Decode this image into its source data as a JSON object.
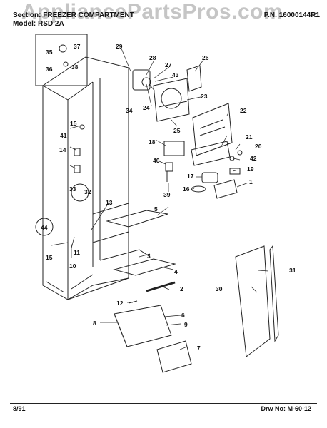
{
  "header": {
    "section_label": "Section:",
    "section_value": "FREEZER COMPARTMENT",
    "model_label": "Model:",
    "model_value": "RSD 2A",
    "pn_label": "P.N.",
    "pn_value": "16000144R1"
  },
  "watermark": "AppliancePartsPros.com",
  "footer": {
    "date": "8/91",
    "drawing": "Drw No: M-60-12"
  },
  "callouts": [
    "1",
    "2",
    "3",
    "4",
    "5",
    "6",
    "7",
    "8",
    "9",
    "10",
    "11",
    "12",
    "13",
    "14",
    "15",
    "15",
    "16",
    "17",
    "18",
    "19",
    "20",
    "21",
    "22",
    "23",
    "24",
    "25",
    "26",
    "27",
    "28",
    "29",
    "30",
    "31",
    "32",
    "33",
    "34",
    "35",
    "36",
    "37",
    "38",
    "39",
    "40",
    "41",
    "42",
    "43",
    "44"
  ]
}
